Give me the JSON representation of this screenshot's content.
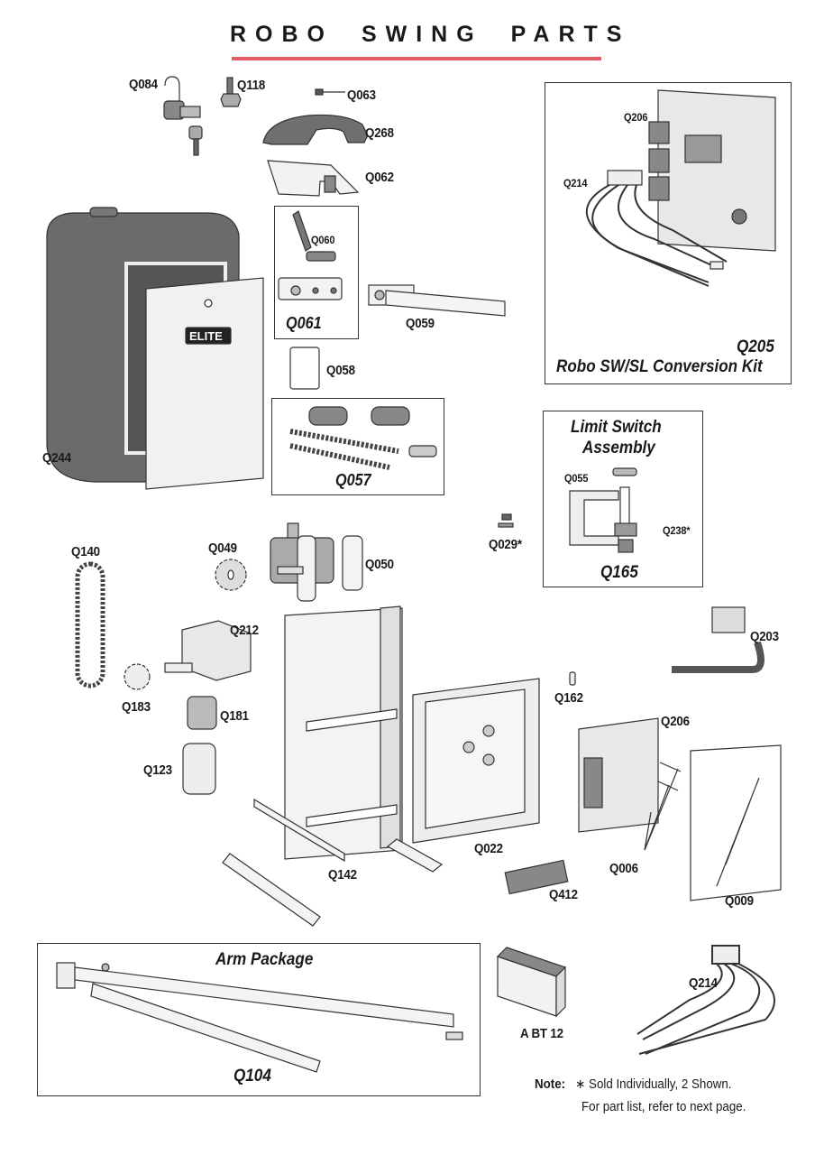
{
  "title": "ROBO SWING PARTS",
  "accent_color": "#e25a64",
  "parts": {
    "q084": "Q084",
    "q118": "Q118",
    "q063": "Q063",
    "q268": "Q268",
    "q062": "Q062",
    "q060": "Q060",
    "q061": "Q061",
    "q059": "Q059",
    "q058": "Q058",
    "q057": "Q057",
    "q244": "Q244",
    "q206_kit": "Q206",
    "q214_kit": "Q214",
    "q205": "Q205",
    "q140": "Q140",
    "q049": "Q049",
    "q050": "Q050",
    "q029": "Q029*",
    "q055": "Q055",
    "q238": "Q238*",
    "q165": "Q165",
    "q212": "Q212",
    "q183": "Q183",
    "q181": "Q181",
    "q123": "Q123",
    "q142": "Q142",
    "q022": "Q022",
    "q203": "Q203",
    "q162": "Q162",
    "q206": "Q206",
    "q006": "Q006",
    "q412": "Q412",
    "q009": "Q009",
    "q104": "Q104",
    "abt12": "A BT 12",
    "q214": "Q214"
  },
  "groups": {
    "conversion_kit": "Robo SW/SL Conversion Kit",
    "limit_switch_line1": "Limit Switch",
    "limit_switch_line2": "Assembly",
    "arm_package": "Arm Package"
  },
  "brand_badge": "ELITE",
  "note": {
    "label": "Note:",
    "line1": "∗ Sold Individually, 2 Shown.",
    "line2": "For part list, refer to next page."
  }
}
